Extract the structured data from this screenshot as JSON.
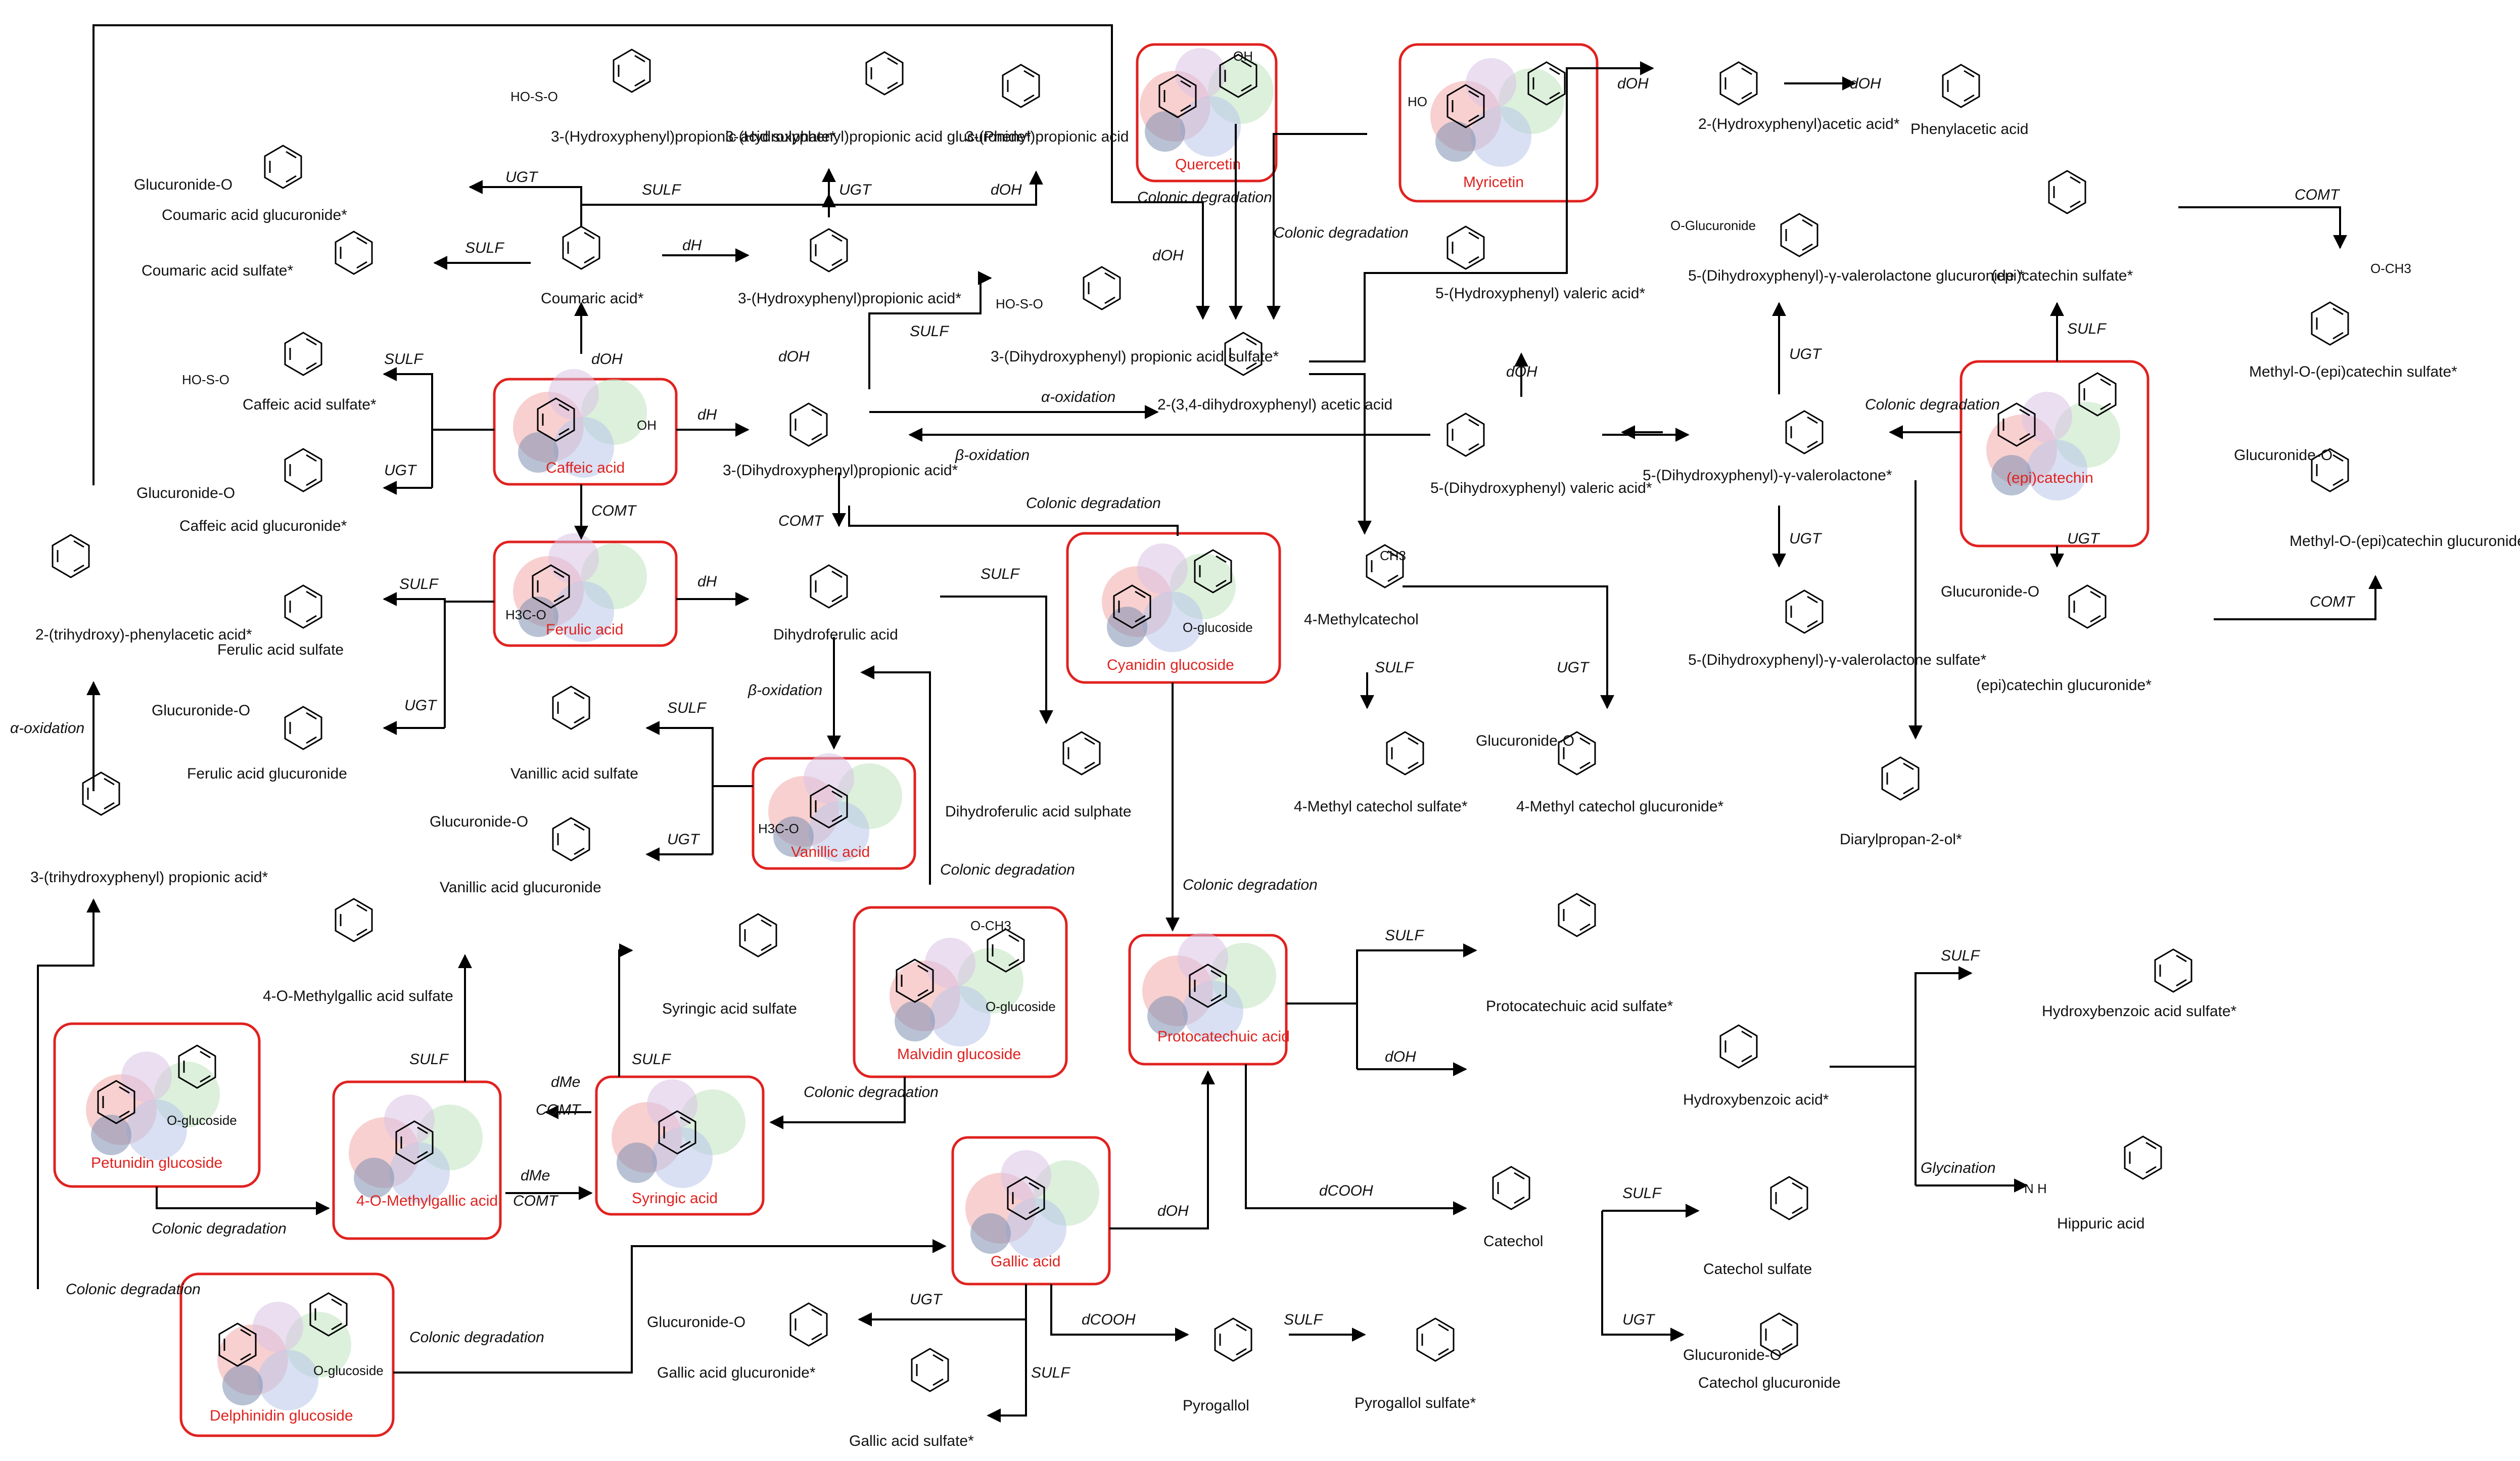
{
  "colors": {
    "box_border": "#e0221f",
    "box_text": "#e0221f",
    "arrow": "#000000"
  },
  "compounds": {
    "dhpp_sulphate": "3-(Hydroxyphenyl)propionic acid sulphate*",
    "hpp_glucuronide": "3-(Hydroxyphenyl)propionic acid glucuronide*",
    "phenylpropionic": "3-(Phenyl)propionic acid",
    "coumaric_glucuronide": "Coumaric acid glucuronide*",
    "coumaric_sulfate": "Coumaric acid sulfate*",
    "coumaric": "Coumaric acid*",
    "hydroxyphenylpropionic": "3-(Hydroxyphenyl)propionic acid*",
    "dihydroxyphenylpropionic_sulfate": "3-(Dihydroxyphenyl) propionic acid sulfate*",
    "caffeic_sulfate": "Caffeic acid sulfate*",
    "caffeic_glucuronide": "Caffeic acid glucuronide*",
    "dihydroxyphenylpropionic": "3-(Dihydroxyphenyl)propionic acid*",
    "dihydroxyphenylacetic": "2-(3,4-dihydroxyphenyl) acetic acid",
    "trihydroxyphenylacetic": "2-(trihydroxy)-phenylacetic acid*",
    "trihydroxyphenylpropionic": "3-(trihydroxyphenyl) propionic acid*",
    "ferulic_sulfate": "Ferulic acid sulfate",
    "ferulic_glucuronide": "Ferulic acid glucuronide",
    "dihydroferulic": "Dihydroferulic acid",
    "dihydroferulic_sulphate": "Dihydroferulic acid sulphate",
    "vanillic_sulfate": "Vanillic acid sulfate",
    "vanillic_glucuronide": "Vanillic acid glucuronide",
    "methylgallic_sulfate": "4-O-Methylgallic acid sulfate",
    "syringic_sulfate": "Syringic acid sulfate",
    "hydroxyphenylacetic": "2-(Hydroxyphenyl)acetic acid*",
    "phenylacetic": "Phenylacetic acid",
    "hydroxyphenylvaleric": "5-(Hydroxyphenyl) valeric acid*",
    "dihydroxyphenylvaleric": "5-(Dihydroxyphenyl) valeric acid*",
    "methylcatechol": "4-Methylcatechol",
    "methylcatechol_sulfate": "4-Methyl catechol sulfate*",
    "methylcatechol_glucuronide": "4-Methyl catechol glucuronide*",
    "valerolactone_glucuronide": "5-(Dihydroxyphenyl)-γ-valerolactone glucuronide *",
    "valerolactone": "5-(Dihydroxyphenyl)-γ-valerolactone*",
    "valerolactone_sulfate": "5-(Dihydroxyphenyl)-γ-valerolactone sulfate*",
    "epicatechin_sulfate": "(epi)catechin sulfate*",
    "epicatechin_glucuronide": "(epi)catechin glucuronide*",
    "methyl_epicatechin_sulfate": "Methyl-O-(epi)catechin sulfate*",
    "methyl_epicatechin_glucuronide": "Methyl-O-(epi)catechin glucuronide*",
    "diarylpropanol": "Diarylpropan-2-ol*",
    "protocatechuic_sulfate": "Protocatechuic acid sulfate*",
    "hydroxybenzoic": "Hydroxybenzoic acid*",
    "hydroxybenzoic_sulfate": "Hydroxybenzoic acid sulfate*",
    "hippuric": "Hippuric acid",
    "catechol": "Catechol",
    "catechol_sulfate": "Catechol sulfate",
    "catechol_glucuronide": "Catechol glucuronide",
    "gallic_glucuronide": "Gallic acid glucuronide*",
    "gallic_sulfate": "Gallic acid sulfate*",
    "pyrogallol": "Pyrogallol",
    "pyrogallol_sulfate": "Pyrogallol sulfate*"
  },
  "boxes": {
    "quercetin": "Quercetin",
    "myricetin": "Myricetin",
    "caffeic": "Caffeic acid",
    "ferulic": "Ferulic acid",
    "cyanidin": "Cyanidin glucoside",
    "vanillic": "Vanillic acid",
    "epicatechin": "(epi)catechin",
    "malvidin": "Malvidin glucoside",
    "protocatechuic": "Protocatechuic acid",
    "petunidin": "Petunidin glucoside",
    "methylgallic": "4-O-Methylgallic acid",
    "syringic": "Syringic acid",
    "gallic": "Gallic acid",
    "delphinidin": "Delphinidin glucoside"
  },
  "enzymes": {
    "ugt": "UGT",
    "sulf": "SULF",
    "doh": "dOH",
    "dh": "dH",
    "comt": "COMT",
    "dme": "dMe",
    "dcooh": "dCOOH",
    "alpha_ox": "α-oxidation",
    "beta_ox": "β-oxidation",
    "colonic": "Colonic degradation",
    "glycination": "Glycination"
  },
  "fragments": {
    "glucuronide_o": "Glucuronide-O",
    "glucuronide": "O-Glucuronide",
    "glucoside": "O-glucoside",
    "oh": "OH",
    "ho": "HO",
    "och3": "O-CH3",
    "h3co": "H3C-O",
    "so3": "HO-S-O",
    "ch3": "CH3",
    "nh": "N H"
  }
}
